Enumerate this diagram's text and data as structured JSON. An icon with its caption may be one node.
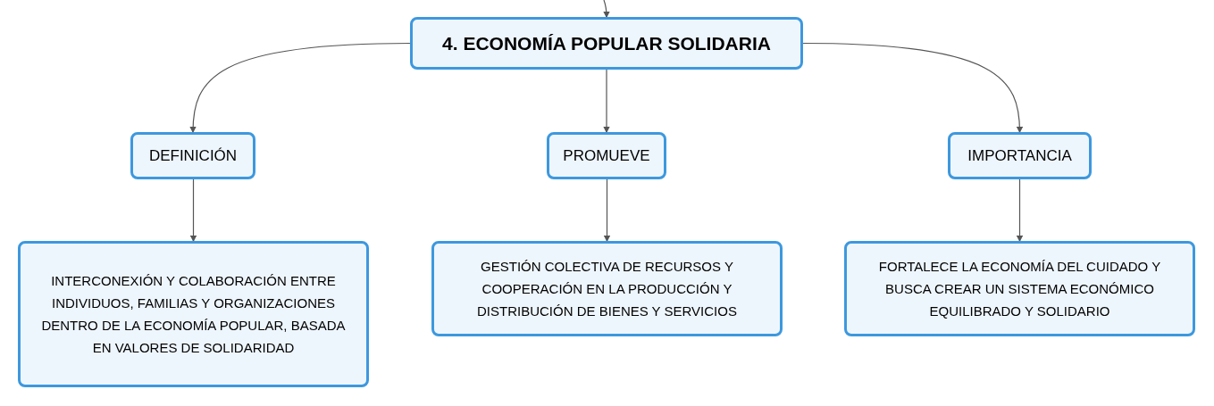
{
  "diagram": {
    "nodes": [
      {
        "text": [
          "4. ECONOMÍA POPULAR SOLIDARIA"
        ]
      },
      {
        "text": [
          "DEFINICIÓN"
        ]
      },
      {
        "text": [
          "PROMUEVE"
        ]
      },
      {
        "text": [
          "IMPORTANCIA"
        ]
      },
      {
        "text": [
          "INTERCONEXIÓN Y COLABORACIÓN ENTRE INDIVIDUOS, FAMILIAS Y ORGANIZACIONES DENTRO DE LA ECONOMÍA POPULAR, BASADA EN VALORES DE SOLIDARIDAD"
        ]
      },
      {
        "text": [
          "GESTIÓN COLECTIVA DE RECURSOS Y COOPERACIÓN EN LA PRODUCCIÓN Y DISTRIBUCIÓN DE BIENES Y SERVICIOS"
        ]
      },
      {
        "text": [
          "FORTALECE LA ECONOMÍA DEL CUIDADO Y BUSCA CREAR UN SISTEMA ECONÓMICO EQUILIBRADO Y SOLIDARIO"
        ]
      }
    ],
    "edges": [
      {
        "from": null,
        "to": 0,
        "arrow": "to"
      },
      {
        "from": 0,
        "to": 1,
        "arrow": "to"
      },
      {
        "from": 0,
        "to": 2,
        "arrow": "to"
      },
      {
        "from": 0,
        "to": 3,
        "arrow": "to"
      },
      {
        "from": 1,
        "to": 4,
        "arrow": "to"
      },
      {
        "from": 2,
        "to": 5,
        "arrow": "to"
      },
      {
        "from": 3,
        "to": 6,
        "arrow": "to"
      }
    ]
  }
}
